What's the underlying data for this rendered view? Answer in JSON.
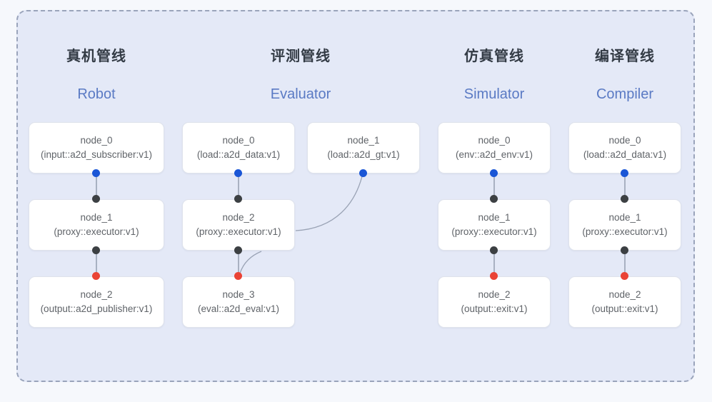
{
  "diagram": {
    "background_color": "#f6f8fc",
    "panel_color": "#e4e9f7",
    "panel_border_color": "#9aa4bb",
    "node_fill": "#ffffff",
    "accent_blue": "#1a56d6",
    "accent_red": "#ea4335",
    "accent_black": "#3c4043",
    "subtitle_color": "#5a7ac4",
    "title_color": "#333b45",
    "text_color": "#5f6368"
  },
  "columns": [
    {
      "title_cn": "真机管线",
      "title_en": "Robot",
      "nodes": [
        {
          "name": "node_0",
          "spec": "(input::a2d_subscriber:v1)"
        },
        {
          "name": "node_1",
          "spec": "(proxy::executor:v1)"
        },
        {
          "name": "node_2",
          "spec": "(output::a2d_publisher:v1)"
        }
      ]
    },
    {
      "title_cn": "评测管线",
      "title_en": "Evaluator",
      "nodes": [
        {
          "name": "node_0",
          "spec": "(load::a2d_data:v1)"
        },
        {
          "name": "node_1",
          "spec": "(load::a2d_gt:v1)"
        },
        {
          "name": "node_2",
          "spec": "(proxy::executor:v1)"
        },
        {
          "name": "node_3",
          "spec": "(eval::a2d_eval:v1)"
        }
      ]
    },
    {
      "title_cn": "仿真管线",
      "title_en": "Simulator",
      "nodes": [
        {
          "name": "node_0",
          "spec": "(env::a2d_env:v1)"
        },
        {
          "name": "node_1",
          "spec": "(proxy::executor:v1)"
        },
        {
          "name": "node_2",
          "spec": "(output::exit:v1)"
        }
      ]
    },
    {
      "title_cn": "编译管线",
      "title_en": "Compiler",
      "nodes": [
        {
          "name": "node_0",
          "spec": "(load::a2d_data:v1)"
        },
        {
          "name": "node_1",
          "spec": "(proxy::executor:v1)"
        },
        {
          "name": "node_2",
          "spec": "(output::exit:v1)"
        }
      ]
    }
  ]
}
